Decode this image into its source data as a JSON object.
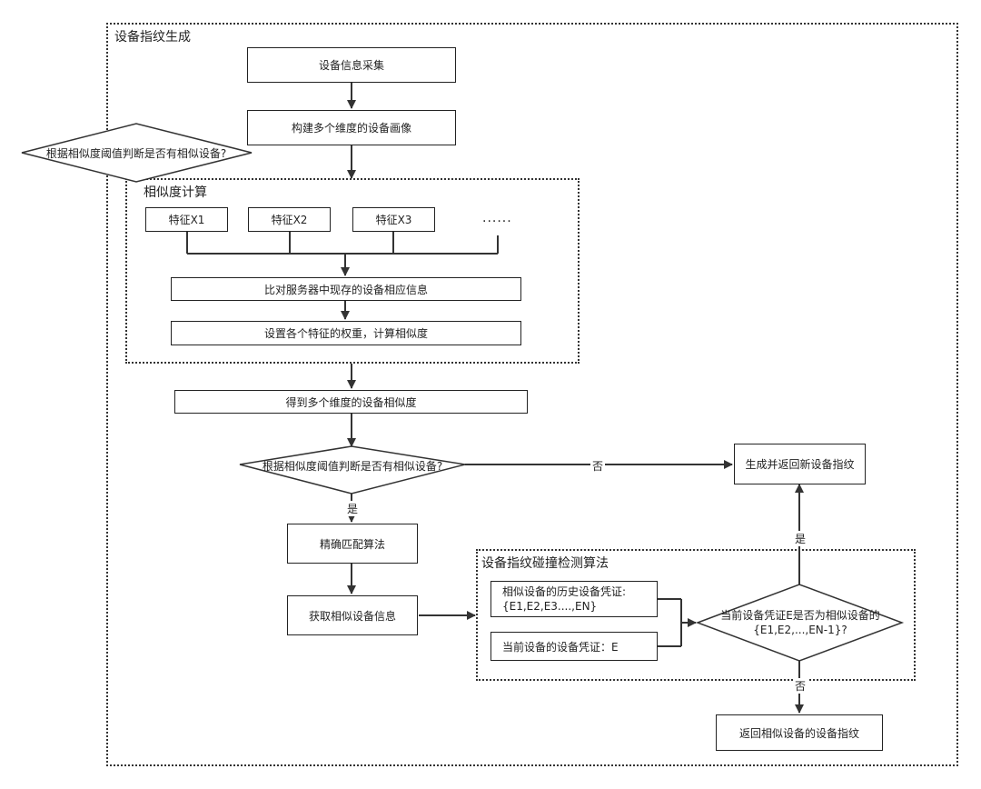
{
  "outer_title": "设备指纹生成",
  "nodes": {
    "collect": "设备信息采集",
    "portrait": "构建多个维度的设备画像",
    "stray_diamond": "根据相似度阈值判断是否有相似设备?",
    "features": [
      "特征X1",
      "特征X2",
      "特征X3"
    ],
    "ellipsis": "......",
    "compare": "比对服务器中现存的设备相应信息",
    "weights": "设置各个特征的权重，计算相似度",
    "result": "得到多个维度的设备相似度",
    "decision": "根据相似度阈值判断是否有相似设备?",
    "new_fingerprint": "生成并返回新设备指纹",
    "exact_match": "精确匹配算法",
    "get_info": "获取相似设备信息",
    "history_cred_line1": "相似设备的历史设备凭证:",
    "history_cred_line2": "{E1,E2,E3....,EN}",
    "current_cred": "当前设备的设备凭证：E",
    "collision_q_line1": "当前设备凭证E是否为相似设备的",
    "collision_q_line2": "{E1,E2,...,EN-1}?",
    "return_similar": "返回相似设备的设备指纹"
  },
  "subframes": {
    "similarity": "相似度计算",
    "collision": "设备指纹碰撞检测算法"
  },
  "edge_labels": {
    "no1": "否",
    "yes1": "是",
    "yes2": "是",
    "no2": "否"
  }
}
